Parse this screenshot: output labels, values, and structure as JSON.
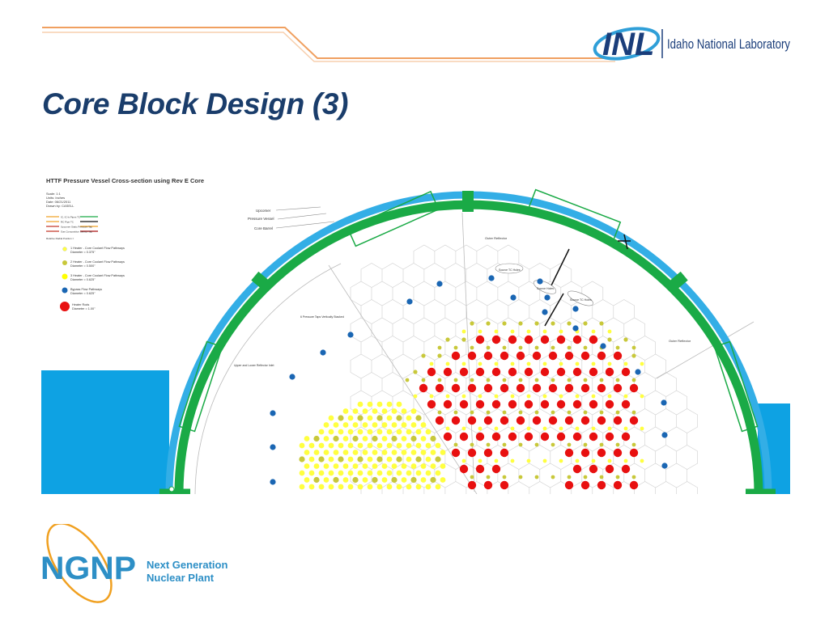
{
  "slide": {
    "title": "Core Block Design (3)"
  },
  "inl_logo": {
    "mark": "INL",
    "name": "Idaho National Laboratory",
    "icon": "inl-logo-icon"
  },
  "ngnp_logo": {
    "mark": "NGNP",
    "line1": "Next Generation",
    "line2": "Nuclear Plant",
    "icon": "ngnp-logo-icon"
  },
  "figure": {
    "title": "HTTF Pressure Vessel Cross-section using Rev E Core",
    "meta": [
      "Scale: 1:1",
      "Units: Inches",
      "Date: 06/21/2011",
      "Drawn by: CASELL"
    ],
    "line_legend": [
      "IC, IC-Is Pipes TC",
      "RC Pipe TC",
      "Upcomer Static Pressure Tap",
      "Gas Composition Sensor Tap"
    ],
    "position_note": "Relative Radial Position =",
    "legend": [
      {
        "label": "1 Heater - Core Coolant Flow Pathways",
        "detail": "Diameter = 0.375\"",
        "color": "#ffff40"
      },
      {
        "label": "2 Heater - Core Coolant Flow Pathways",
        "detail": "Diameter = 0.500\"",
        "color": "#c8c83a"
      },
      {
        "label": "3 Heater - Core Coolant Flow Pathways",
        "detail": "Diameter = 0.625\"",
        "color": "#ffff00"
      },
      {
        "label": "Bypass Flow Pathways",
        "detail": "Diameter = 0.625\"",
        "color": "#1a66b3"
      },
      {
        "label": "Heater Rods",
        "detail": "Diameter = 1.00\"",
        "color": "#e81010"
      }
    ],
    "ring_labels": [
      "Upcomer",
      "Pressure Vessel",
      "Core Barrel"
    ],
    "region_labels": {
      "outer_reflector_top": "Outer Reflector",
      "outer_reflector_right": "Outer Reflector",
      "pressure_taps": "6 Pressure Taps Vertically Stacked",
      "upper_lower_reflector": "Upper and Lower Reflector Inlet",
      "tc_1": "Source TC Holes",
      "tc_2": "Source Holes",
      "tc_3": "Source TC Holes"
    },
    "colors": {
      "vessel": "#33aee6",
      "barrel": "#1aaa46",
      "heater_rod": "#e81010",
      "bypass": "#1a66b3",
      "coolant_small": "#ffff40",
      "coolant_medium": "#c8c83a"
    }
  }
}
